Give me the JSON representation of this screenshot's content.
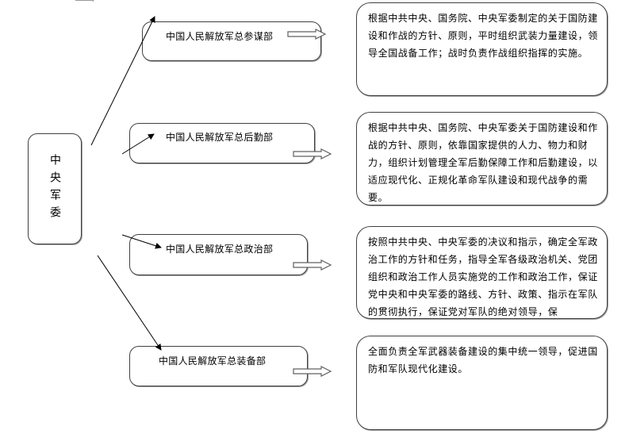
{
  "diagram": {
    "root": {
      "label": "中央军委"
    },
    "departments": [
      {
        "name": "中国人民解放军总参谋部",
        "description": "根据中共中央、国务院、中央军委制定的关于国防建设和作战的方针、原则，平时组织武装力量建设，领导全国战备工作；战时负责作战组织指挥的实施。"
      },
      {
        "name": "中国人民解放军总后勤部",
        "description": "根据中共中央、国务院、中央军委关于国防建设和作战的方针、原则，依靠国家提供的人力、物力和财力，组织计划管理全军后勤保障工作和后勤建设，以适应现代化、正规化革命军队建设和现代战争的需要。"
      },
      {
        "name": "中国人民解放军总政治部",
        "description": "按照中共中央、中央军委的决议和指示，确定全军政治工作的方针和任务，指导全军各级政治机关、党团组织和政治工作人员实施党的工作和政治工作，保证党中央和中央军委的路线、方针、政策、指示在军队的贯彻执行，保证党对军队的绝对领导，保"
      },
      {
        "name": "中国人民解放军总装备部",
        "description": "全面负责全军武器装备建设的集中统一领导，促进国防和军队现代化建设。"
      }
    ],
    "colors": {
      "stroke": "#404040",
      "shadow": "#a0a0a0",
      "background": "#ffffff"
    }
  }
}
